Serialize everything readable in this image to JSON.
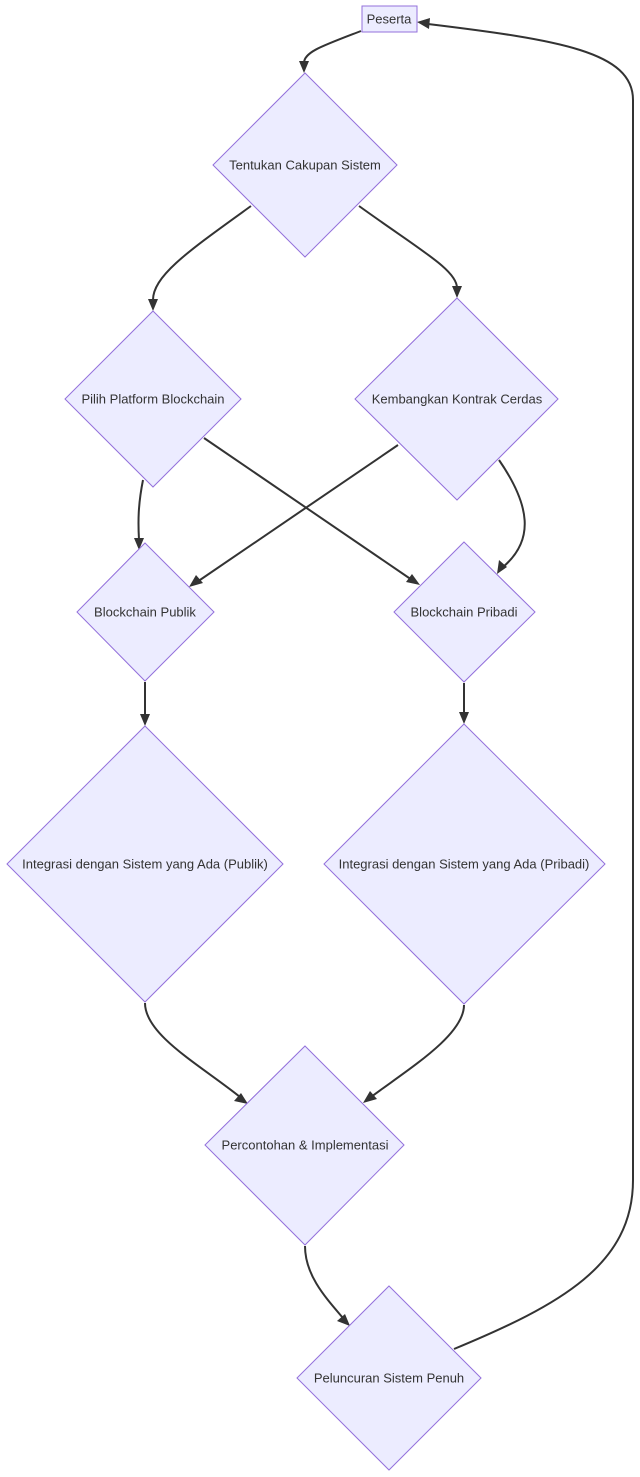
{
  "diagram": {
    "type": "flowchart",
    "nodes": {
      "peserta": "Peserta",
      "cakupan": "Tentukan Cakupan Sistem",
      "platform": "Pilih Platform Blockchain",
      "kontrak": "Kembangkan Kontrak Cerdas",
      "publik": "Blockchain Publik",
      "pribadi": "Blockchain Pribadi",
      "integrasi_publik": "Integrasi dengan Sistem yang Ada (Publik)",
      "integrasi_pribadi": "Integrasi dengan Sistem yang Ada (Pribadi)",
      "percontohan": "Percontohan & Implementasi",
      "peluncuran": "Peluncuran Sistem Penuh"
    },
    "edges": [
      {
        "from": "peserta",
        "to": "cakupan"
      },
      {
        "from": "cakupan",
        "to": "platform"
      },
      {
        "from": "cakupan",
        "to": "kontrak"
      },
      {
        "from": "platform",
        "to": "publik"
      },
      {
        "from": "platform",
        "to": "pribadi"
      },
      {
        "from": "kontrak",
        "to": "publik"
      },
      {
        "from": "kontrak",
        "to": "pribadi"
      },
      {
        "from": "publik",
        "to": "integrasi_publik"
      },
      {
        "from": "pribadi",
        "to": "integrasi_pribadi"
      },
      {
        "from": "integrasi_publik",
        "to": "percontohan"
      },
      {
        "from": "integrasi_pribadi",
        "to": "percontohan"
      },
      {
        "from": "percontohan",
        "to": "peluncuran"
      },
      {
        "from": "peluncuran",
        "to": "peserta"
      }
    ]
  },
  "colors": {
    "node_fill": "#ECECFF",
    "node_stroke": "#9370DB",
    "edge": "#333333",
    "text": "#333333"
  }
}
